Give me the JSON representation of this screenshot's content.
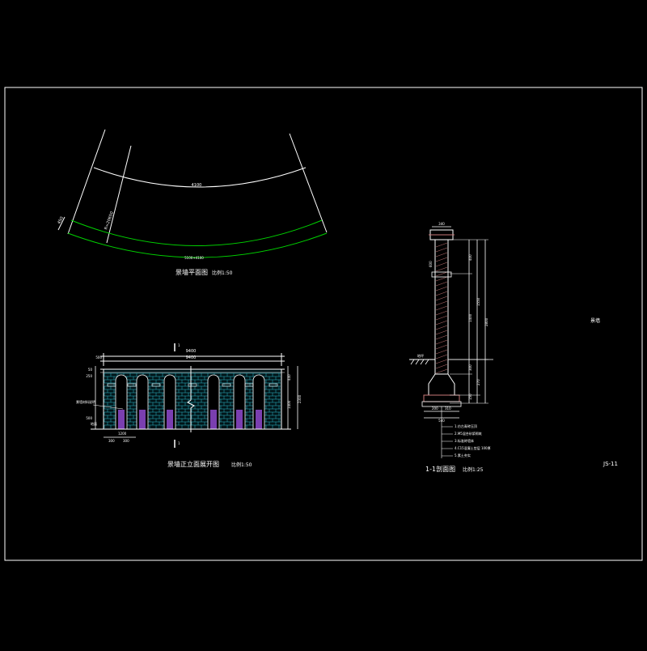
{
  "colors": {
    "background": "#000000",
    "line": "#ffffff",
    "wall_curve": "#00d000",
    "brick": "#2fb8c8",
    "niche_fill": "#7a3fb0",
    "section_hatch": "#c87878"
  },
  "plan": {
    "title": "景墙平面图",
    "scale": "比例1:50",
    "arc_dim": "4100",
    "thickness_dim": "450",
    "radius_dim": "R=20650",
    "chord_label": "5100+4100"
  },
  "elevation": {
    "title": "景墙正立面展开图",
    "scale": "比例1:50",
    "total_dim": "9400",
    "total_dim_inner": "9400",
    "left_dim": "500",
    "height_dims": [
      "50",
      "250",
      "500",
      "440",
      "1400",
      "2300"
    ],
    "bottom_dims": [
      "300",
      "300"
    ],
    "bottom_label": "1200",
    "note": "景墙材料说明",
    "section_mark": "1",
    "ground_label": "地面"
  },
  "section": {
    "title": "1-1剖面图",
    "scale": "比例1:25",
    "top_dim": "340",
    "right_dims": [
      "400",
      "1400",
      "1550",
      "2800",
      "300",
      "270",
      "150"
    ],
    "left_dim": "600",
    "bottom_dims": [
      "200",
      "310"
    ],
    "bottom_total": "540",
    "ground_label": "地坪",
    "notes": [
      "1.仿古青砖压顶",
      "2.M5混合砂浆砌筑",
      "3.标准砖墙体",
      "4.C15混凝土垫层 100厚",
      "5.素土夯实"
    ]
  },
  "side_label": "景墙",
  "drawing_number": "JS-11"
}
